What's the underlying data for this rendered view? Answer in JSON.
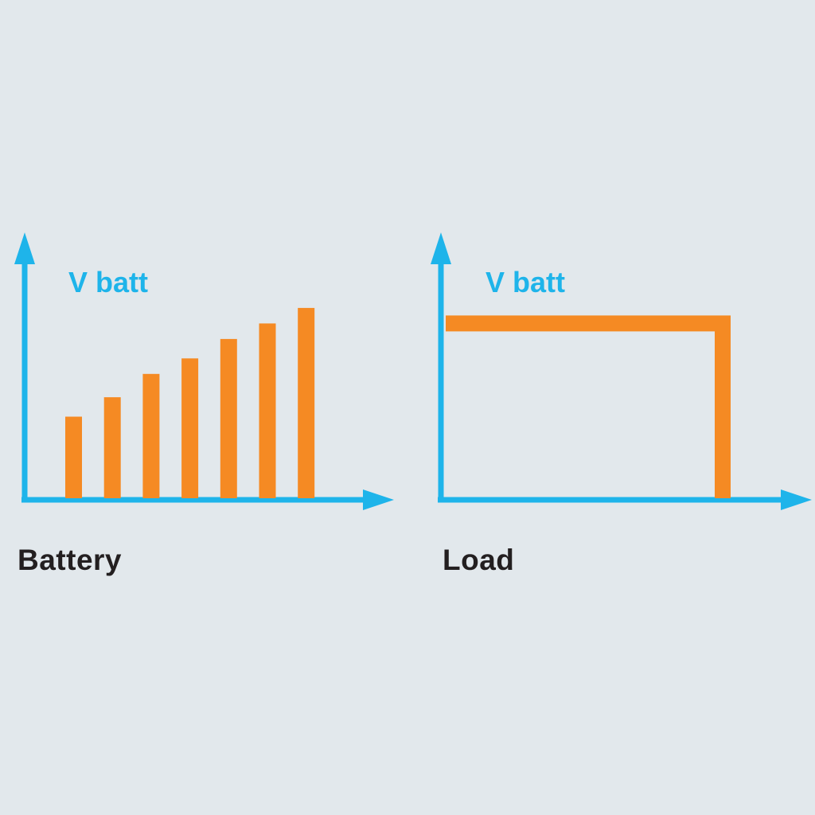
{
  "colors": {
    "background": "#e2e8ec",
    "axis": "#1eb4ea",
    "bar": "#f58a23",
    "caption": "#231f20"
  },
  "battery": {
    "axis_label": "V batt",
    "caption": "Battery",
    "bar_levels": [
      0.42,
      0.52,
      0.64,
      0.72,
      0.82,
      0.9,
      0.98
    ]
  },
  "load": {
    "axis_label": "V batt",
    "caption": "Load",
    "level": 0.9
  }
}
